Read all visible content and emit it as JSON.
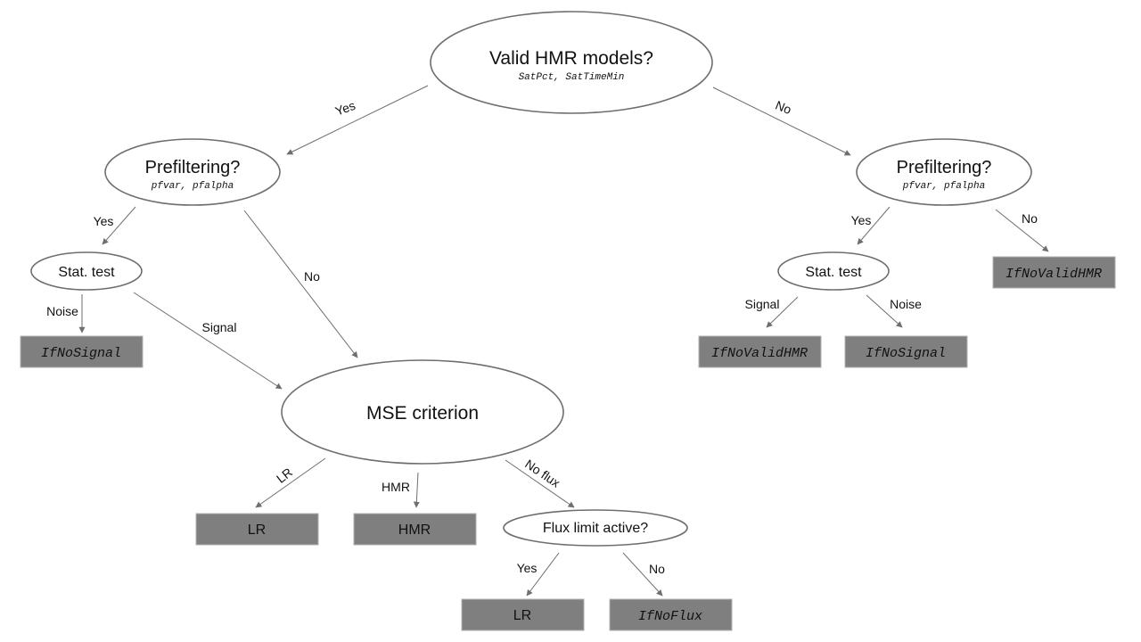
{
  "nodes": {
    "valid_hmr": {
      "title": "Valid HMR models?",
      "params": "SatPct, SatTimeMin"
    },
    "prefilter_left": {
      "title": "Prefiltering?",
      "params": "pfvar, pfalpha"
    },
    "prefilter_right": {
      "title": "Prefiltering?",
      "params": "pfvar, pfalpha"
    },
    "stat_test_left": {
      "title": "Stat. test"
    },
    "stat_test_right": {
      "title": "Stat. test"
    },
    "mse": {
      "title": "MSE criterion"
    },
    "flux_limit": {
      "title": "Flux limit active?"
    }
  },
  "leaves": {
    "ifnosignal_left": "IfNoSignal",
    "ifnovalidhmr_top_right": "IfNoValidHMR",
    "ifnovalidhmr_mid": "IfNoValidHMR",
    "ifnosignal_right": "IfNoSignal",
    "lr_mse": "LR",
    "hmr_mse": "HMR",
    "lr_flux": "LR",
    "ifnoflux": "IfNoFlux"
  },
  "edge_labels": {
    "yes_top": "Yes",
    "no_top": "No",
    "yes_pf_left": "Yes",
    "no_pf_left": "No",
    "noise_left": "Noise",
    "signal_left": "Signal",
    "yes_pf_right": "Yes",
    "no_pf_right": "No",
    "signal_right": "Signal",
    "noise_right": "Noise",
    "lr": "LR",
    "hmr": "HMR",
    "no_flux": "No flux",
    "yes_flux": "Yes",
    "no_flux_limit": "No"
  },
  "colors": {
    "leaf_fill": "#7f7f7f",
    "outline": "#6e6e6e",
    "background": "#ffffff"
  }
}
